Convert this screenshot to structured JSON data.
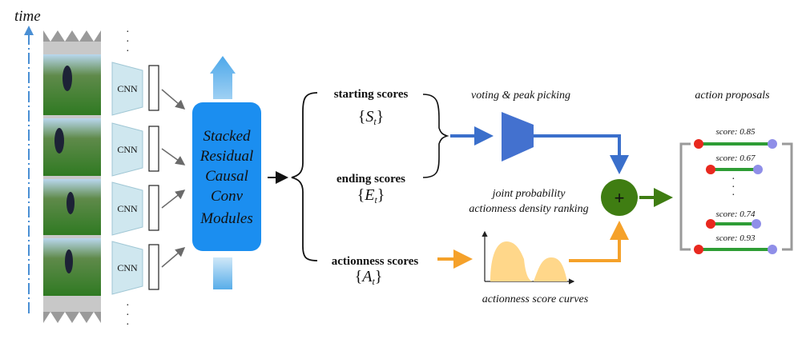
{
  "time_label": "time",
  "cnn_label": "CNN",
  "vertical_dots": "·\n·\n·",
  "stacked_module": {
    "lines": [
      "Stacked",
      "Residual",
      "Causal",
      "Conv",
      "Modules"
    ]
  },
  "scores": {
    "starting": {
      "label": "starting scores",
      "math_symbol": "S",
      "math_sub": "t"
    },
    "ending": {
      "label": "ending scores",
      "math_symbol": "E",
      "math_sub": "t"
    },
    "actionness": {
      "label": "actionness scores",
      "math_symbol": "A",
      "math_sub": "t"
    }
  },
  "voting_label": "voting & peak picking",
  "joint_lines": [
    "joint probability",
    "actionness density ranking"
  ],
  "curves_label": "actionness score curves",
  "proposals_label": "action proposals",
  "plus_symbol": "+",
  "proposal_scores": [
    "score: 0.85",
    "score: 0.67",
    "score: 0.74",
    "score: 0.93"
  ],
  "colors": {
    "module_blue": "#1b8ef0",
    "arrow_blue": "#3a6fcb",
    "trapezoid_blue": "#4371cf",
    "orange": "#f5a12a",
    "curve_fill": "#ffd78a",
    "plus_green": "#3f7d12",
    "proposal_green": "#2e9d35",
    "endpoint_red": "#e8281e",
    "endpoint_purple": "#8f8ee8",
    "frame_gray": "#9a9a9a",
    "cnn_fill": "#cfe7ef",
    "time_axis": "#4a8fd4"
  },
  "icons": [
    "frame-strip",
    "cnn-trapezoid",
    "feature-vector",
    "curly-brace",
    "score-curve",
    "plus-circle",
    "up-arrow"
  ]
}
